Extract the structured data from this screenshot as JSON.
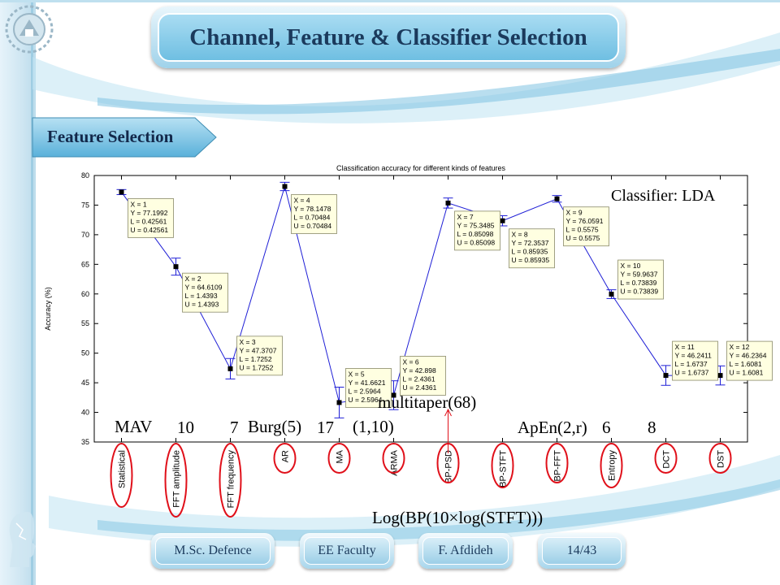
{
  "slide": {
    "title": "Channel, Feature & Classifier Selection",
    "section": "Feature Selection"
  },
  "annotations": {
    "classifier": "Classifier: LDA",
    "MAV": "MAV",
    "n10": "10",
    "n7": "7",
    "burg": "Burg(5)",
    "n17": "17",
    "arma": "(1,10)",
    "multitaper": "multitaper(68)",
    "apen": "ApEn(2,r)",
    "n6": "6",
    "n8": "8",
    "log": "Log(BP(10×log(STFT)))"
  },
  "footer": {
    "defence": "M.Sc. Defence",
    "faculty": "EE Faculty",
    "author": "F. Afdideh",
    "page": "14/43"
  },
  "colors": {
    "line": "#1f1fd6",
    "tip_bg": "#ffffe1",
    "circle": "#e0101a",
    "arrow": "#e0101a"
  },
  "chart_data": {
    "type": "line",
    "title": "Classification accuracy for different kinds of features",
    "xlabel": "",
    "ylabel": "Accuracy (%)",
    "ylim": [
      35,
      80
    ],
    "xlim": [
      0.5,
      12.5
    ],
    "yticks": [
      35,
      40,
      45,
      50,
      55,
      60,
      65,
      70,
      75,
      80
    ],
    "grid": false,
    "categories": [
      "Statistical",
      "FFT amplitude",
      "FFT frequency",
      "AR",
      "MA",
      "ARMA",
      "BP-PSD",
      "BP-STFT",
      "BP-FFT",
      "Entropy",
      "DCT",
      "DST"
    ],
    "series": [
      {
        "x": [
          1,
          2,
          3,
          4,
          5,
          6,
          7,
          8,
          9,
          10,
          11,
          12
        ],
        "y": [
          77.1992,
          64.6109,
          47.3707,
          78.1478,
          41.6621,
          42.898,
          75.3485,
          72.3537,
          76.0591,
          59.9637,
          46.2411,
          46.2364
        ],
        "L": [
          0.42561,
          1.4393,
          1.7252,
          0.70484,
          2.5964,
          2.4361,
          0.85098,
          0.85935,
          0.5575,
          0.73839,
          1.6737,
          1.6081
        ],
        "U": [
          0.42561,
          1.4393,
          1.7252,
          0.70484,
          2.5964,
          2.4361,
          0.85098,
          0.85935,
          0.5575,
          0.73839,
          1.6737,
          1.6081
        ]
      }
    ],
    "datatips": [
      [
        "X = 1",
        "Y = 77.1992",
        "L = 0.42561",
        "U = 0.42561"
      ],
      [
        "X = 2",
        "Y = 64.6109",
        "L = 1.4393",
        "U = 1.4393"
      ],
      [
        "X = 3",
        "Y = 47.3707",
        "L = 1.7252",
        "U = 1.7252"
      ],
      [
        "X = 4",
        "Y = 78.1478",
        "L = 0.70484",
        "U = 0.70484"
      ],
      [
        "X = 5",
        "Y = 41.6621",
        "L = 2.5964",
        "U = 2.5964"
      ],
      [
        "X = 6",
        "Y = 42.898",
        "L = 2.4361",
        "U = 2.4361"
      ],
      [
        "X = 7",
        "Y = 75.3485",
        "L = 0.85098",
        "U = 0.85098"
      ],
      [
        "X = 8",
        "Y = 72.3537",
        "L = 0.85935",
        "U = 0.85935"
      ],
      [
        "X = 9",
        "Y = 76.0591",
        "L = 0.5575",
        "U = 0.5575"
      ],
      [
        "X = 10",
        "Y = 59.9637",
        "L = 0.73839",
        "U = 0.73839"
      ],
      [
        "X = 11",
        "Y = 46.2411",
        "L = 1.6737",
        "U = 1.6737"
      ],
      [
        "X = 12",
        "Y = 46.2364",
        "L = 1.6081",
        "U = 1.6081"
      ]
    ]
  }
}
